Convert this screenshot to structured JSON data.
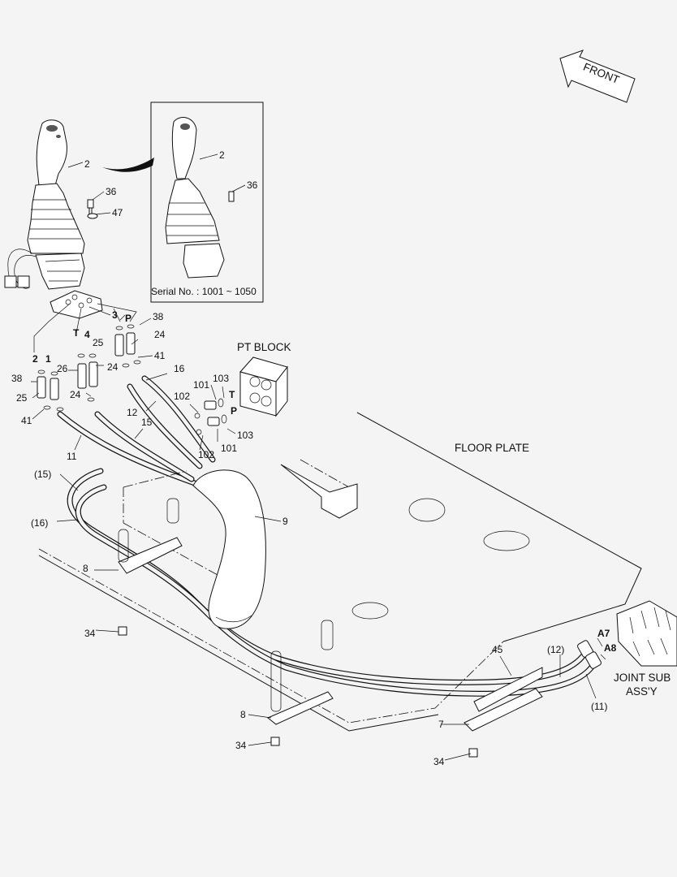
{
  "labels": {
    "front": "FRONT",
    "pt_block": "PT BLOCK",
    "floor_plate": "FLOOR PLATE",
    "joint_sub_line1": "JOINT SUB",
    "joint_sub_line2": "ASS'Y",
    "serial": "Serial No. : 1001 ~ 1050"
  },
  "callouts": [
    {
      "id": "c2-main",
      "text": "2"
    },
    {
      "id": "c36-main",
      "text": "36"
    },
    {
      "id": "c47",
      "text": "47"
    },
    {
      "id": "c2-inset",
      "text": "2"
    },
    {
      "id": "c36-inset",
      "text": "36"
    },
    {
      "id": "c3",
      "text": "3"
    },
    {
      "id": "cP-top",
      "text": "P"
    },
    {
      "id": "c38-top",
      "text": "38"
    },
    {
      "id": "c24-top",
      "text": "24"
    },
    {
      "id": "c25-top",
      "text": "25"
    },
    {
      "id": "c41-top",
      "text": "41"
    },
    {
      "id": "cT-top",
      "text": "T"
    },
    {
      "id": "c4",
      "text": "4"
    },
    {
      "id": "c2-port",
      "text": "2"
    },
    {
      "id": "c1-port",
      "text": "1"
    },
    {
      "id": "c26",
      "text": "26"
    },
    {
      "id": "c24-mid",
      "text": "24"
    },
    {
      "id": "c38-left",
      "text": "38"
    },
    {
      "id": "c25-left",
      "text": "25"
    },
    {
      "id": "c24-low",
      "text": "24"
    },
    {
      "id": "c41-left",
      "text": "41"
    },
    {
      "id": "c16",
      "text": "16"
    },
    {
      "id": "c12",
      "text": "12"
    },
    {
      "id": "c15",
      "text": "15"
    },
    {
      "id": "c11",
      "text": "11"
    },
    {
      "id": "c101-top",
      "text": "101"
    },
    {
      "id": "c103-top",
      "text": "103"
    },
    {
      "id": "cT-block",
      "text": "T"
    },
    {
      "id": "c102-top",
      "text": "102"
    },
    {
      "id": "cP-block",
      "text": "P"
    },
    {
      "id": "c103-low",
      "text": "103"
    },
    {
      "id": "c102-low",
      "text": "102"
    },
    {
      "id": "c101-low",
      "text": "101"
    },
    {
      "id": "c15p",
      "text": "(15)"
    },
    {
      "id": "c16p",
      "text": "(16)"
    },
    {
      "id": "c9",
      "text": "9"
    },
    {
      "id": "c8-top",
      "text": "8"
    },
    {
      "id": "c34-top",
      "text": "34"
    },
    {
      "id": "c8-low",
      "text": "8"
    },
    {
      "id": "c34-mid",
      "text": "34"
    },
    {
      "id": "c45",
      "text": "45"
    },
    {
      "id": "c12p",
      "text": "(12)"
    },
    {
      "id": "cA7",
      "text": "A7"
    },
    {
      "id": "cA8",
      "text": "A8"
    },
    {
      "id": "c11p",
      "text": "(11)"
    },
    {
      "id": "c7",
      "text": "7"
    },
    {
      "id": "c34-low",
      "text": "34"
    }
  ]
}
